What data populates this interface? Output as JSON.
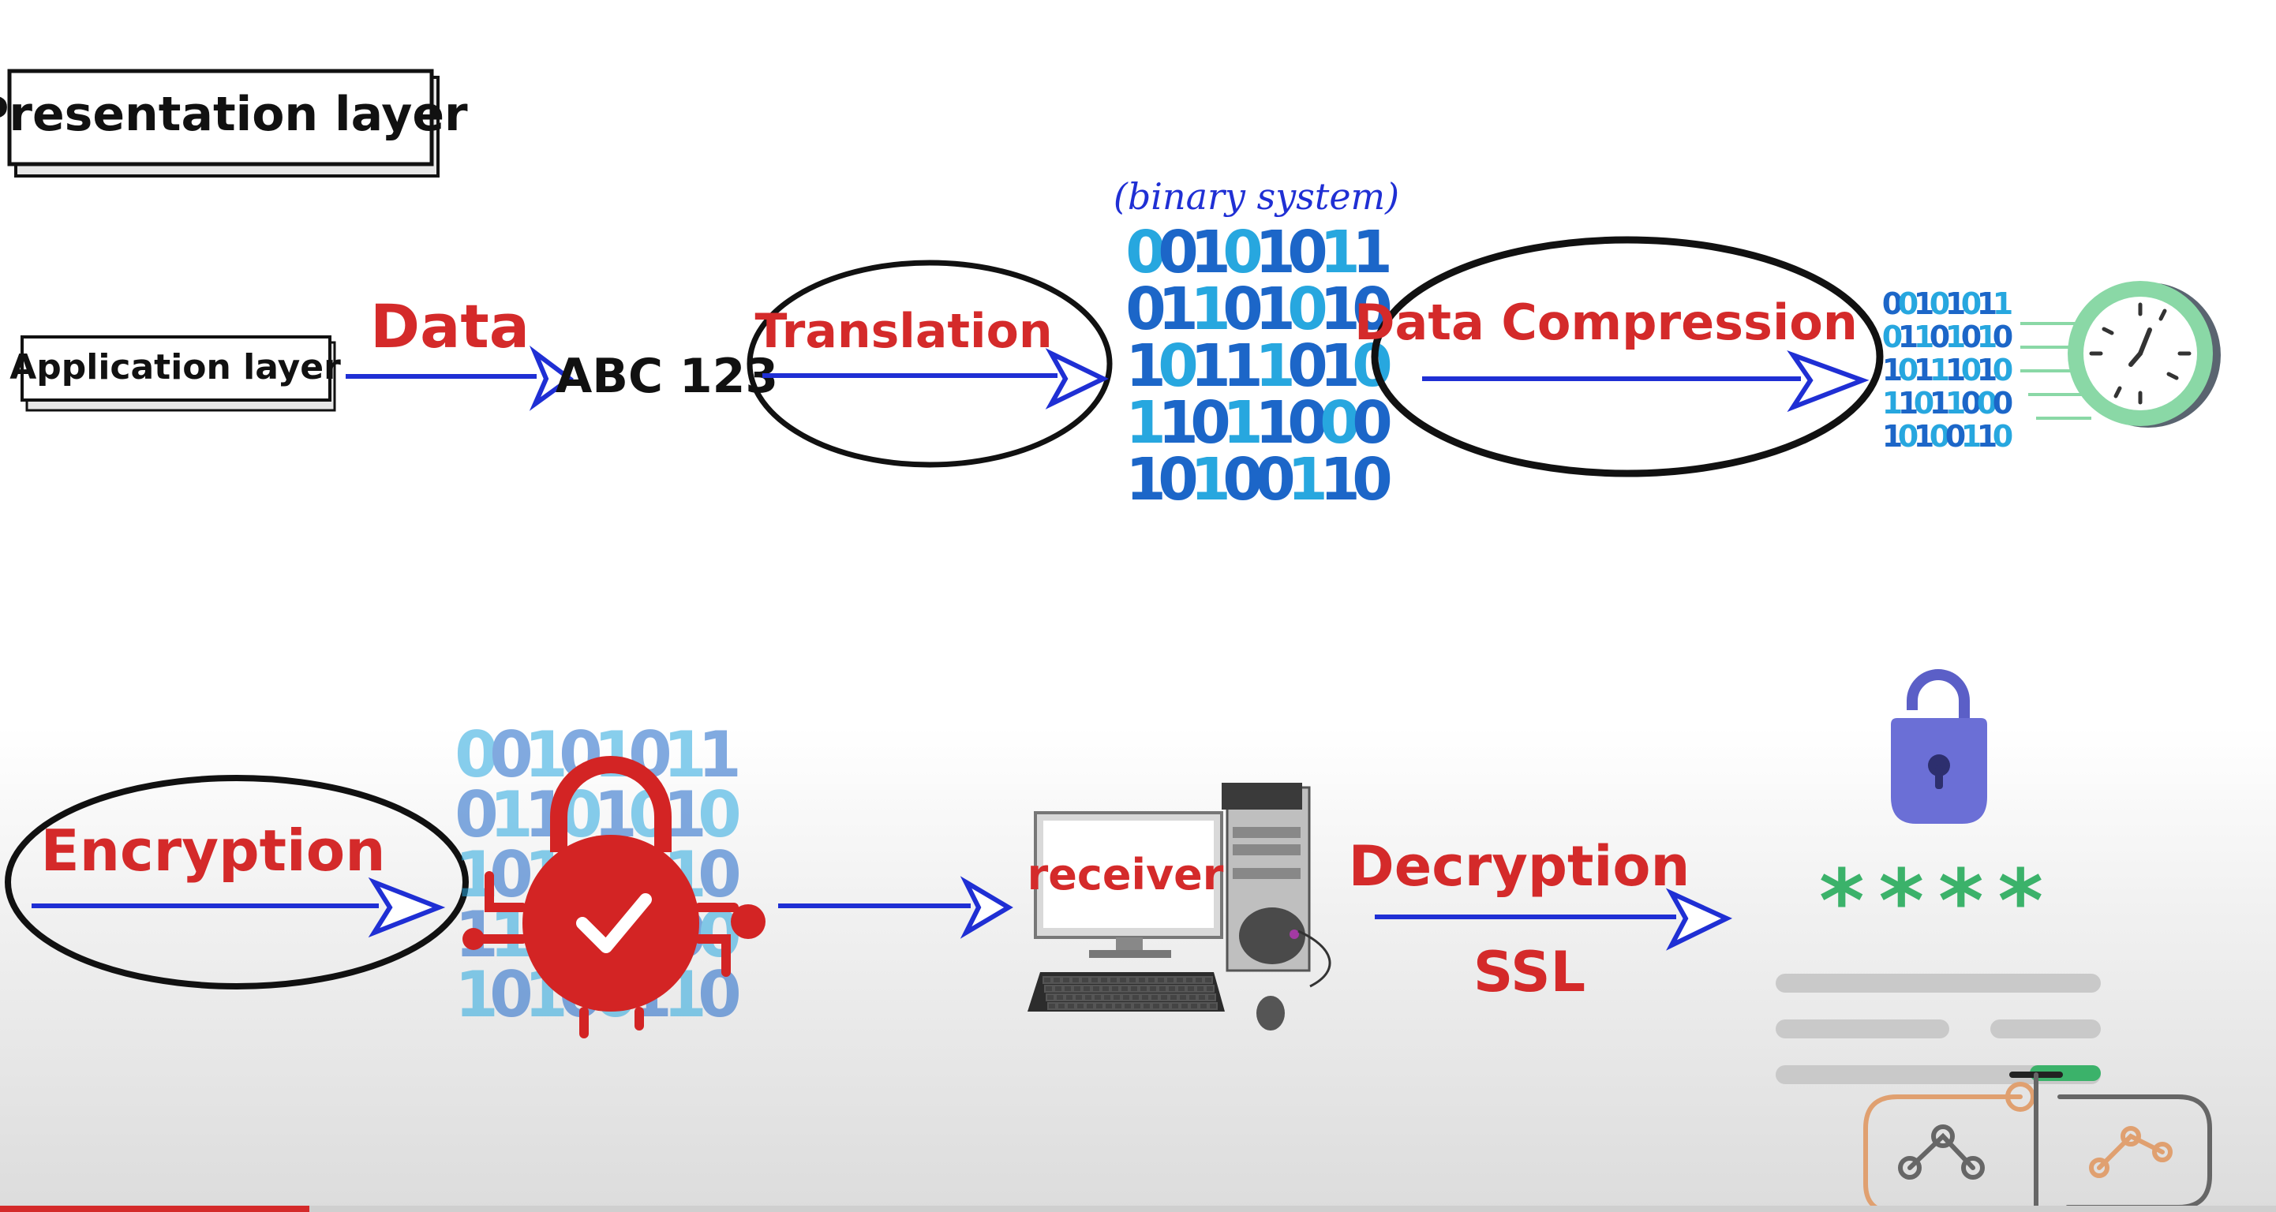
{
  "title": "Presentation layer",
  "application_layer": "Application layer",
  "data_label": "Data",
  "sample": "ABC 123",
  "translation_label": "Translation",
  "binary_caption": "(binary system)",
  "binary_rows": [
    "00101011",
    "01101010",
    "10111010",
    "11011000",
    "10100110"
  ],
  "compression_label": "Data Compression",
  "encryption_label": "Encryption",
  "receiver_label": "receiver",
  "decryption_label": "Decryption",
  "ssl_label": "SSL",
  "password_mask": "****",
  "colors": {
    "label_red": "#d42a2a",
    "arrow_blue": "#1f2fd4",
    "binary_blue": "#1c66c8",
    "binary_cyan": "#27a7df",
    "clock_green": "#8ad8a6",
    "lock_purple": "#6b6fd6",
    "asterisk_green": "#3bb26a",
    "lock_red": "#d32424"
  },
  "icons": [
    "clock-icon",
    "encryption-lock-icon",
    "computer-icon",
    "padlock-icon",
    "circuit-logo-icon"
  ]
}
